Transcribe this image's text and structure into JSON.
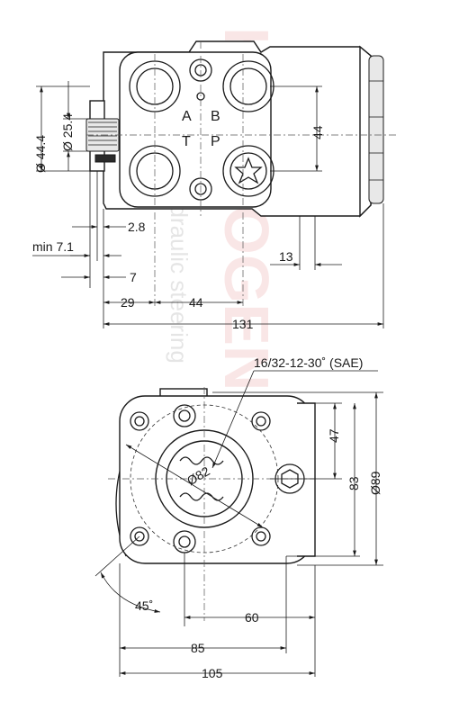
{
  "watermark": {
    "brand": "HYDROGEN",
    "sub": "hydraulic steering"
  },
  "top_view": {
    "ports": {
      "a": "A",
      "b": "B",
      "t": "T",
      "p": "P"
    },
    "dims": {
      "d_44_4": "Ø 44.4",
      "d_25_4": "Ø 25.4",
      "h_44": "44",
      "w_2_8": "2.8",
      "min_7_1": "min 7.1",
      "w_7": "7",
      "w_29": "29",
      "w_44": "44",
      "w_13": "13",
      "w_131": "131"
    }
  },
  "front_view": {
    "thread": "16/32-12-30˚ (SAE)",
    "dims": {
      "d_82": "Ø82",
      "h_47": "47",
      "h_83": "83",
      "d_89": "Ø89",
      "angle_45": "45˚",
      "w_60": "60",
      "w_85": "85",
      "w_105": "105"
    }
  }
}
